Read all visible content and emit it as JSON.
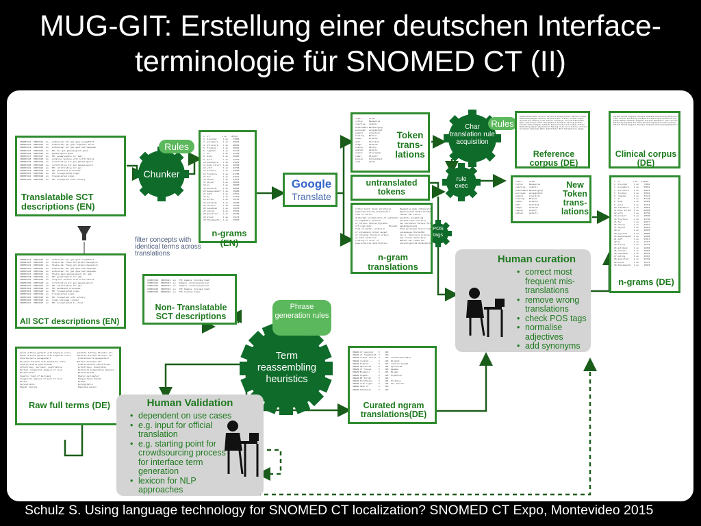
{
  "slide": {
    "title_line1": "MUG-GIT: Erstellung einer deutschen Interface-",
    "title_line2": "terminologie für SNOMED CT (II)",
    "footer": "Schulz S. Using language technology for SNOMED CT localization? SNOMED CT Expo, Montevideo 2015"
  },
  "nodes": {
    "translatable": "Translatable SCT descriptions (EN)",
    "all_sct": "All SCT descriptions (EN)",
    "filter_note": "filter concepts with identical terms across translations",
    "chunker": "Chunker",
    "rules_chunker": "Rules",
    "ngrams_en": "n-grams (EN)",
    "google_word": "Google",
    "google_translate": "Translate",
    "token_trans": "Token trans- lations",
    "untranslated": "untranslated tokens",
    "ngram_trans": "n-gram translations",
    "char_acq": "Char translation rule acquisition",
    "rules_char": "Rules",
    "rule_exec": "rule exec",
    "pos_tags": "POS tags",
    "reference_corpus": "Reference corpus (DE)",
    "clinical_corpus": "Clinical corpus (DE)",
    "new_token": "New Token trans- lations",
    "ngrams_de": "n-grams (DE)",
    "non_translatable": "Non- Translatable SCT descriptions",
    "phrase_rules": "Phrase generation rules",
    "term_reassembling": "Term reassembling heuristics",
    "raw_full": "Raw full terms (DE)",
    "curated_ngram": "Curated ngram translations(DE)"
  },
  "human_curation": {
    "title": "Human curation",
    "items": [
      "correct most frequent mis-translations",
      "remove wrong translations",
      "check POS tags",
      "normalise adjectives",
      "add synonyms"
    ]
  },
  "human_validation": {
    "title": "Human Validation",
    "items": [
      "dependent on use cases",
      "e.g. input for official translation",
      "e.g. starting point for crowdsourcing process for interface term generation",
      "lexicon for NLP approaches"
    ]
  },
  "colors": {
    "green": "#2e8b2e",
    "dark_green": "#1a5c1a",
    "gear": "#0f6b2a",
    "light_green": "#5cb85c",
    "gray_panel": "#d4d4d4"
  }
}
